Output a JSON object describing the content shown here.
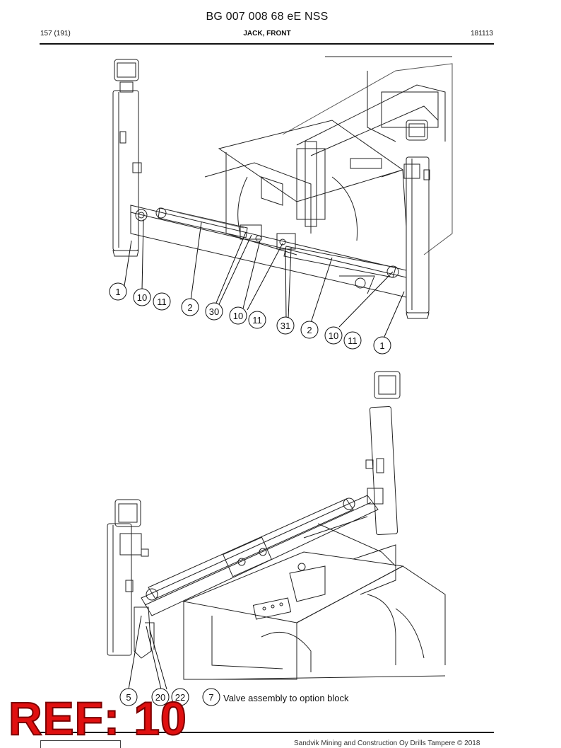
{
  "header": {
    "doc_number": "BG 007 008 68 eE NSS",
    "page": "157 (191)",
    "section_title": "JACK, FRONT",
    "date_code": "181113"
  },
  "figure_top": {
    "callouts": [
      "1",
      "10",
      "11",
      "2",
      "30",
      "10",
      "11",
      "31",
      "2",
      "10",
      "11",
      "1"
    ]
  },
  "figure_bottom": {
    "callouts": [
      "5",
      "20",
      "22",
      "7"
    ],
    "legend": "Valve assembly to option block"
  },
  "stamp": {
    "text": "REF: 10",
    "color": "#e01010"
  },
  "footer": {
    "text": "Sandvik Mining and Construction Oy Drills Tampere © 2018"
  }
}
